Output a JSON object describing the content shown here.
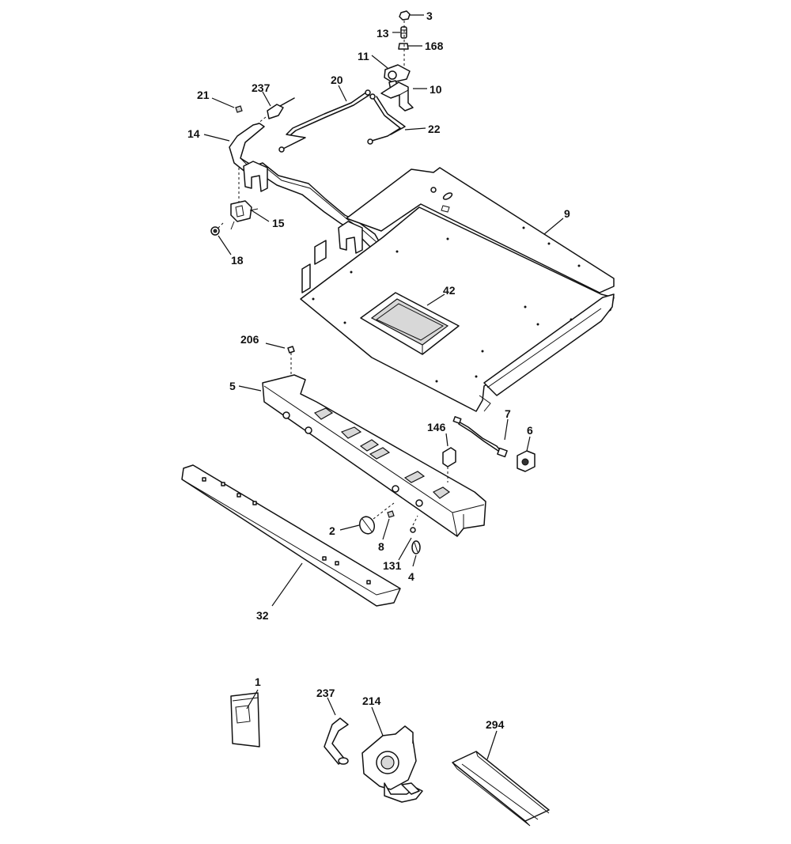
{
  "labels": {
    "p3": "3",
    "p13": "13",
    "p168": "168",
    "p11": "11",
    "p10": "10",
    "p20": "20",
    "p22": "22",
    "p21": "21",
    "p237a": "237",
    "p14": "14",
    "p9": "9",
    "p15": "15",
    "p18": "18",
    "p42": "42",
    "p206": "206",
    "p5": "5",
    "p7": "7",
    "p146": "146",
    "p6": "6",
    "p2": "2",
    "p8": "8",
    "p131": "131",
    "p4": "4",
    "p32": "32",
    "p1": "1",
    "p237b": "237",
    "p214": "214",
    "p294": "294"
  }
}
